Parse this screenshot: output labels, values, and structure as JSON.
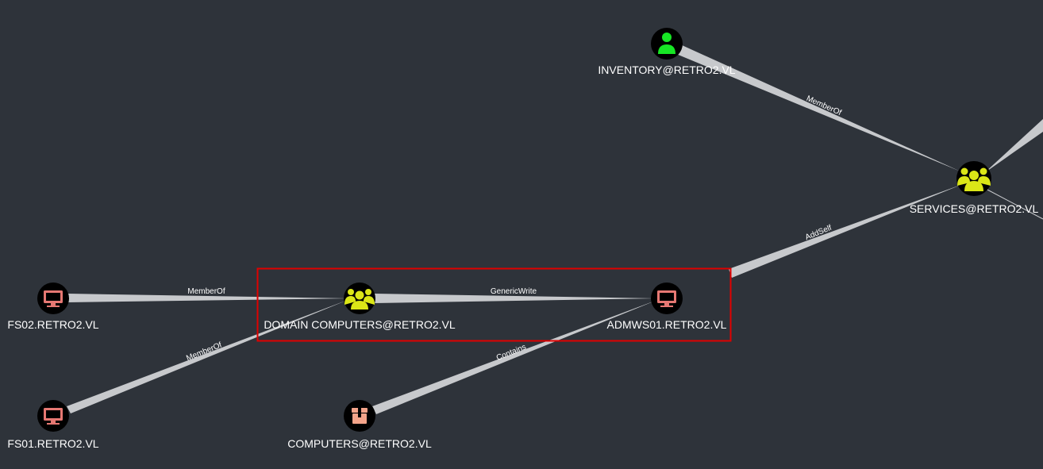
{
  "graph": {
    "colors": {
      "background": "#2e333a",
      "edge": "#c7c9cc",
      "user": "#17e625",
      "group": "#dbe617",
      "computer": "#e67873",
      "container": "#f4a48a",
      "highlight": "#e00000"
    },
    "nodes": {
      "inventory": {
        "label": "INVENTORY@RETRO2.VL",
        "type": "user",
        "icon": "user-icon"
      },
      "services": {
        "label": "SERVICES@RETRO2.VL",
        "type": "group",
        "icon": "group-icon"
      },
      "fs02": {
        "label": "FS02.RETRO2.VL",
        "type": "computer",
        "icon": "computer-icon"
      },
      "domain_computers": {
        "label": "DOMAIN COMPUTERS@RETRO2.VL",
        "type": "group",
        "icon": "group-icon"
      },
      "admws01": {
        "label": "ADMWS01.RETRO2.VL",
        "type": "computer",
        "icon": "computer-icon"
      },
      "fs01": {
        "label": "FS01.RETRO2.VL",
        "type": "computer",
        "icon": "computer-icon"
      },
      "computers": {
        "label": "COMPUTERS@RETRO2.VL",
        "type": "container",
        "icon": "container-icon"
      }
    },
    "edges": {
      "inventory_services": {
        "label": "MemberOf"
      },
      "admws01_services": {
        "label": "AddSelf"
      },
      "fs02_domain_computers": {
        "label": "MemberOf"
      },
      "fs01_domain_computers": {
        "label": "MemberOf"
      },
      "domain_computers_admws01": {
        "label": "GenericWrite"
      },
      "computers_admws01": {
        "label": "Contains"
      }
    }
  }
}
